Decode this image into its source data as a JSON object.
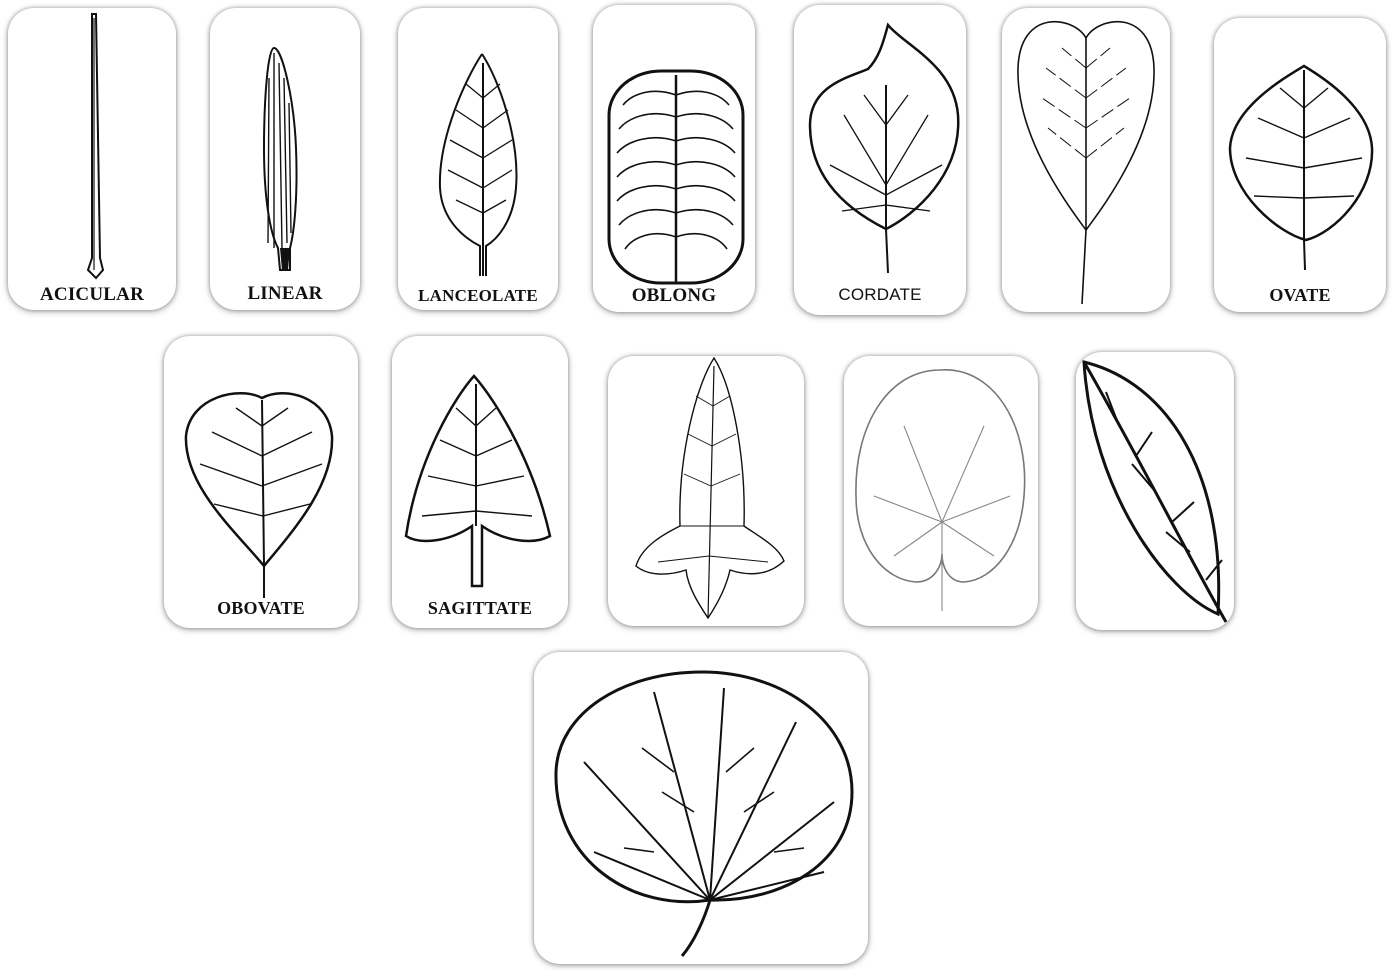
{
  "cards": [
    {
      "id": "acicular",
      "label": "ACICULAR"
    },
    {
      "id": "linear",
      "label": "LINEAR"
    },
    {
      "id": "lanceolate",
      "label": "LANCEOLATE"
    },
    {
      "id": "oblong",
      "label": "OBLONG"
    },
    {
      "id": "cordate",
      "label": "CORDATE"
    },
    {
      "id": "plain-obovate",
      "label": ""
    },
    {
      "id": "ovate",
      "label": "OVATE"
    },
    {
      "id": "obovate",
      "label": "OBOVATE"
    },
    {
      "id": "sagittate",
      "label": "SAGITTATE"
    },
    {
      "id": "hastate",
      "label": ""
    },
    {
      "id": "reniform",
      "label": ""
    },
    {
      "id": "elliptic",
      "label": ""
    },
    {
      "id": "orbicular",
      "label": ""
    }
  ],
  "colors": {
    "line": "#111111",
    "card_bg": "#ffffff",
    "shadow": "#888888"
  }
}
